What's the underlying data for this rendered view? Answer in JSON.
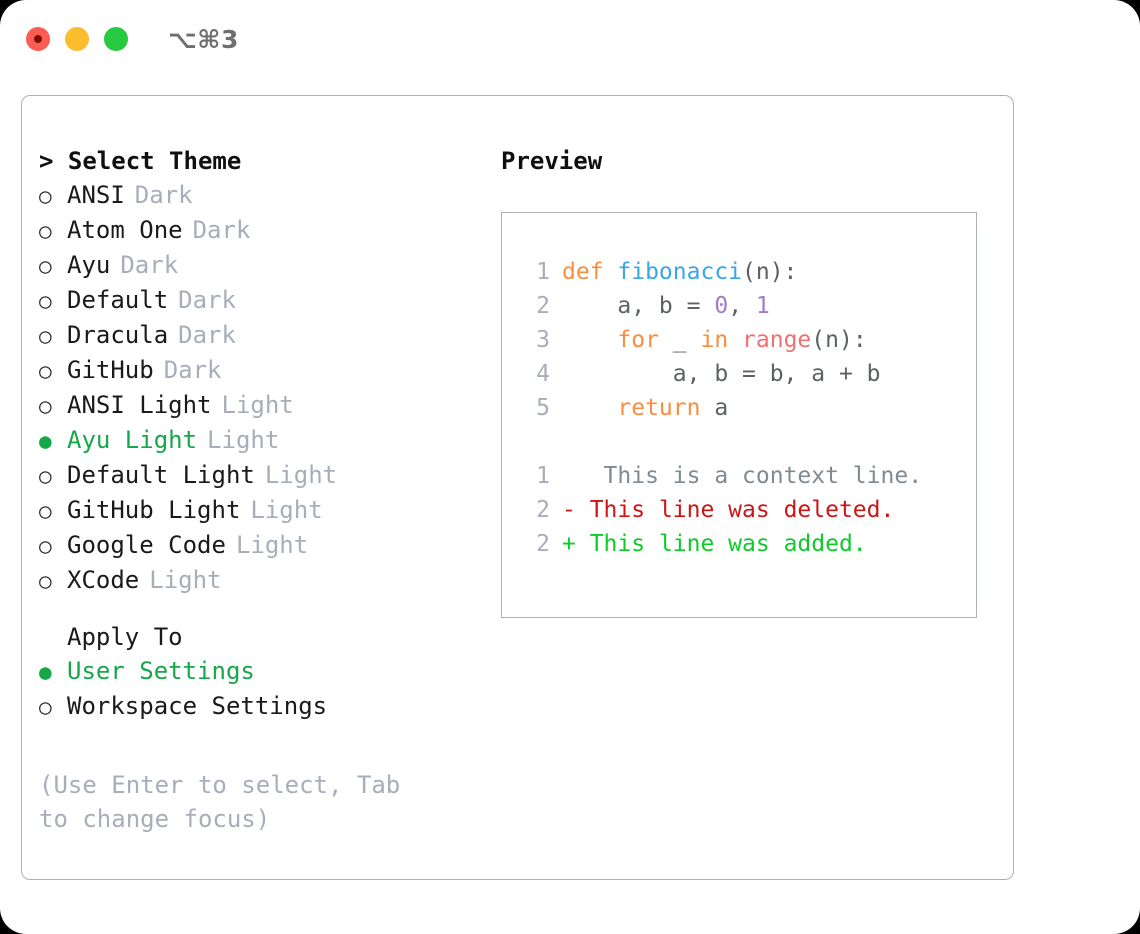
{
  "window": {
    "shortcut": "⌥⌘3",
    "traffic_lights": [
      "close",
      "minimize",
      "maximize"
    ],
    "colors": {
      "close": "#fb5c53",
      "minimize": "#fbbd2e",
      "maximize": "#26c940",
      "accent_green": "#16a74a",
      "muted": "#a7aeba",
      "border": "#aab1bd"
    }
  },
  "theme_section": {
    "heading": "> Select Theme",
    "caret": ">",
    "heading_label": "Select Theme",
    "items": [
      {
        "bullet": "○",
        "label": "ANSI",
        "tag": "Dark",
        "selected": false
      },
      {
        "bullet": "○",
        "label": "Atom One",
        "tag": "Dark",
        "selected": false
      },
      {
        "bullet": "○",
        "label": "Ayu",
        "tag": "Dark",
        "selected": false
      },
      {
        "bullet": "○",
        "label": "Default",
        "tag": "Dark",
        "selected": false
      },
      {
        "bullet": "○",
        "label": "Dracula",
        "tag": "Dark",
        "selected": false
      },
      {
        "bullet": "○",
        "label": "GitHub",
        "tag": "Dark",
        "selected": false
      },
      {
        "bullet": "○",
        "label": "ANSI Light",
        "tag": "Light",
        "selected": false
      },
      {
        "bullet": "●",
        "label": "Ayu Light",
        "tag": "Light",
        "selected": true
      },
      {
        "bullet": "○",
        "label": "Default Light",
        "tag": "Light",
        "selected": false
      },
      {
        "bullet": "○",
        "label": "GitHub Light",
        "tag": "Light",
        "selected": false
      },
      {
        "bullet": "○",
        "label": "Google Code",
        "tag": "Light",
        "selected": false
      },
      {
        "bullet": "○",
        "label": "XCode",
        "tag": "Light",
        "selected": false
      }
    ]
  },
  "apply_section": {
    "heading": "Apply To",
    "items": [
      {
        "bullet": "●",
        "label": "User Settings",
        "selected": true
      },
      {
        "bullet": "○",
        "label": "Workspace Settings",
        "selected": false
      }
    ]
  },
  "hint": "(Use Enter to select, Tab to change focus)",
  "preview": {
    "title": "Preview",
    "code_lines": [
      {
        "num": "1",
        "tokens": [
          {
            "t": "def ",
            "c": "kw"
          },
          {
            "t": "fibonacci",
            "c": "fn"
          },
          {
            "t": "(n):",
            "c": "punc"
          }
        ]
      },
      {
        "num": "2",
        "tokens": [
          {
            "t": "    a, b = ",
            "c": "plain"
          },
          {
            "t": "0",
            "c": "num"
          },
          {
            "t": ", ",
            "c": "plain"
          },
          {
            "t": "1",
            "c": "num"
          }
        ]
      },
      {
        "num": "3",
        "tokens": [
          {
            "t": "    ",
            "c": "plain"
          },
          {
            "t": "for",
            "c": "kw"
          },
          {
            "t": " _ ",
            "c": "plain"
          },
          {
            "t": "in",
            "c": "kw"
          },
          {
            "t": " ",
            "c": "plain"
          },
          {
            "t": "range",
            "c": "bi"
          },
          {
            "t": "(n):",
            "c": "punc"
          }
        ]
      },
      {
        "num": "4",
        "tokens": [
          {
            "t": "        a, b = b, a + b",
            "c": "plain"
          }
        ]
      },
      {
        "num": "5",
        "tokens": [
          {
            "t": "    ",
            "c": "plain"
          },
          {
            "t": "return",
            "c": "kw"
          },
          {
            "t": " a",
            "c": "plain"
          }
        ]
      }
    ],
    "diff_lines": [
      {
        "num": "1",
        "sign": " ",
        "text": "  This is a context line.",
        "kind": "ctx"
      },
      {
        "num": "2",
        "sign": "-",
        "text": " This line was deleted.",
        "kind": "del"
      },
      {
        "num": "2",
        "sign": "+",
        "text": " This line was added.",
        "kind": "add"
      }
    ],
    "syntax_colors": {
      "keyword": "#fa8d3e",
      "function": "#3ca4e8",
      "number": "#a37acc",
      "builtin": "#f07171",
      "plain": "#5c6166",
      "line_number": "#a7aeba",
      "diff_context": "#808a93",
      "diff_deleted": "#cc1616",
      "diff_added": "#0ecb2a"
    }
  }
}
